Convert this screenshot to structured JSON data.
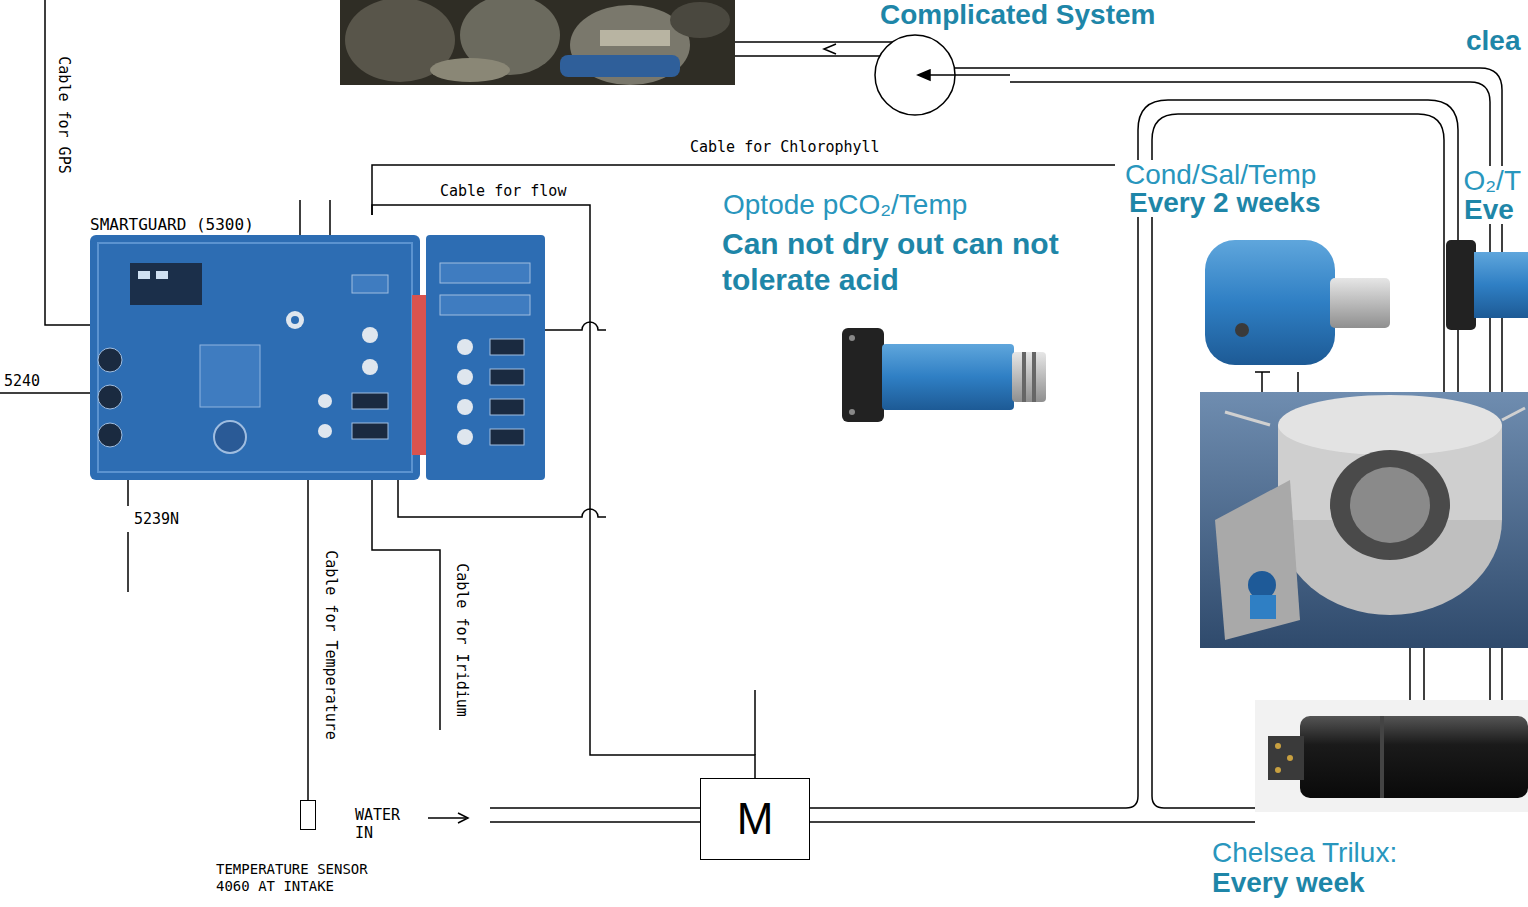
{
  "diagram": {
    "title": "Complicated System",
    "nodes": [
      {
        "text": [
          "SMARTGUARD (5300)"
        ]
      },
      {
        "text": [
          "TEMPERATURE SENSOR 4060 AT INTAKE"
        ]
      },
      {
        "text": [
          "M"
        ]
      }
    ],
    "edges": [
      {
        "from": 0,
        "to": 1,
        "arrow": "none",
        "label": "Cable for Temperature"
      },
      {
        "from": 0,
        "to": 2,
        "arrow": "none",
        "label": "Cable for flow"
      }
    ],
    "labels": [
      "clea",
      "Cable for GPS",
      "5240",
      "5239N",
      "Cable for Chlorophyll",
      "Optode pCO₂/Temp",
      "Can not dry out can not tolerate acid",
      "Cond/Sal/Temp",
      "Every 2 weeks",
      "O₂/T",
      "Eve",
      "Cable for Iridium",
      "WATER IN",
      "Chelsea Trilux:",
      "Every week"
    ]
  }
}
